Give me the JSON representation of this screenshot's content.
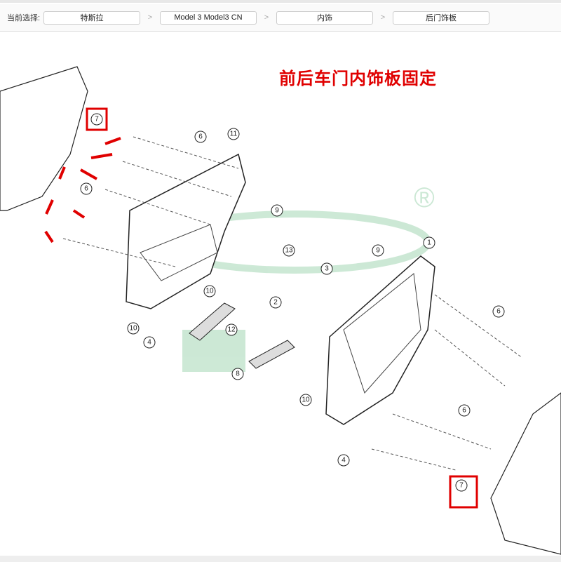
{
  "breadcrumb": {
    "label": "当前选择:",
    "items": [
      "特斯拉",
      "Model 3 Model3 CN",
      "内饰",
      "后门饰板"
    ],
    "separator": ">"
  },
  "diagram": {
    "title": "前后车门内饰板固定",
    "watermark_mark": "®",
    "callouts": [
      "7",
      "6",
      "11",
      "6",
      "9",
      "13",
      "9",
      "3",
      "1",
      "10",
      "2",
      "10",
      "4",
      "12",
      "8",
      "6",
      "10",
      "6",
      "4",
      "7"
    ],
    "highlight_color": "#e00000"
  }
}
